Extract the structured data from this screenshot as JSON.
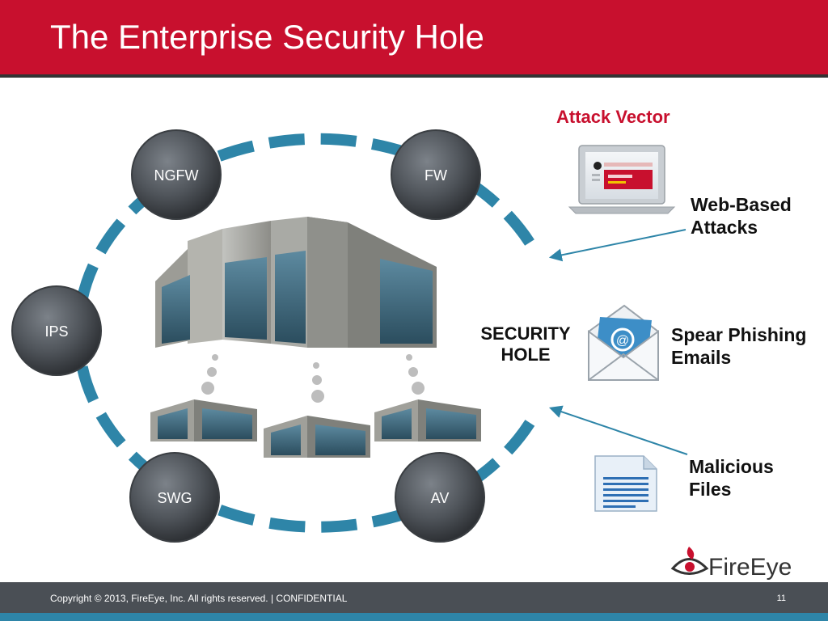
{
  "slide": {
    "title": "The Enterprise Security Hole",
    "copyright": "Copyright  ©  2013, FireEye, Inc.  All rights reserved.   |   CONFIDENTIAL",
    "page_number": "11"
  },
  "diagram": {
    "nodes": [
      "NGFW",
      "FW",
      "IPS",
      "SWG",
      "AV"
    ],
    "attack_vector_heading": "Attack Vector",
    "security_hole_label": [
      "SECURITY",
      "HOLE"
    ],
    "attacks": [
      {
        "line1": "Web-Based",
        "line2": "Attacks",
        "icon": "laptop-icon"
      },
      {
        "line1": "Spear Phishing",
        "line2": "Emails",
        "icon": "email-envelope-icon"
      },
      {
        "line1": "Malicious",
        "line2": "Files",
        "icon": "document-icon"
      }
    ]
  },
  "brand": {
    "logo_text": "FireEye",
    "colors": {
      "header_red": "#c8102e",
      "accent_red": "#c8102e",
      "ring_blue": "#2e85a8",
      "node_gray": "#555a60",
      "footer_gray": "#4a4f55"
    }
  }
}
